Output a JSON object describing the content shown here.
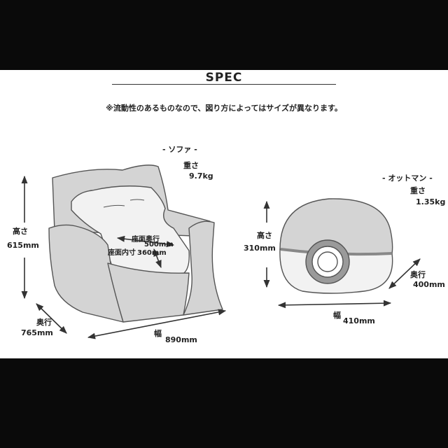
{
  "spec": {
    "title": "SPEC",
    "note": "※流動性のあるものなので、図り方によってはサイズが異なります。"
  },
  "sofa": {
    "heading": "- ソファ -",
    "weight_label": "重さ",
    "weight_value": "9.7kg",
    "height_label": "高さ",
    "height_value": "615mm",
    "depth_label": "奥行",
    "depth_value": "765mm",
    "width_label": "幅",
    "width_value": "890mm",
    "seat_depth_label": "座面奥行",
    "seat_depth_value": "500mm",
    "seat_inner_label": "座面内寸",
    "seat_inner_value": "360mm"
  },
  "ottoman": {
    "heading": "- オットマン -",
    "weight_label": "重さ",
    "weight_value": "1.35kg",
    "height_label": "高さ",
    "height_value": "310mm",
    "depth_label": "奥行",
    "depth_value": "400mm",
    "width_label": "幅",
    "width_value": "410mm"
  },
  "colors": {
    "background_band": "#0a0a0a",
    "sheet": "#ffffff",
    "product_fill": "#d4d4d4",
    "product_light": "#f2f2f2",
    "outline": "#555555"
  }
}
